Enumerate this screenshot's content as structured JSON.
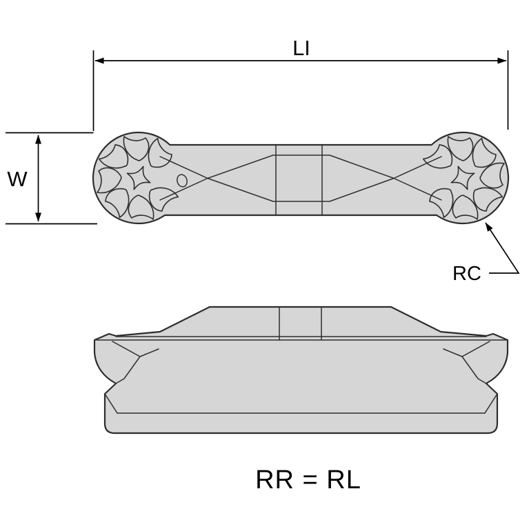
{
  "diagram": {
    "dimension_labels": {
      "length": "LI",
      "width": "W",
      "corner_radius": "RC"
    },
    "note": "RR = RL",
    "colors": {
      "background": "#ffffff",
      "part_fill": "#d6d6d6",
      "outline": "#2d2d2d",
      "dimension_line": "#000000",
      "text": "#000000"
    }
  }
}
